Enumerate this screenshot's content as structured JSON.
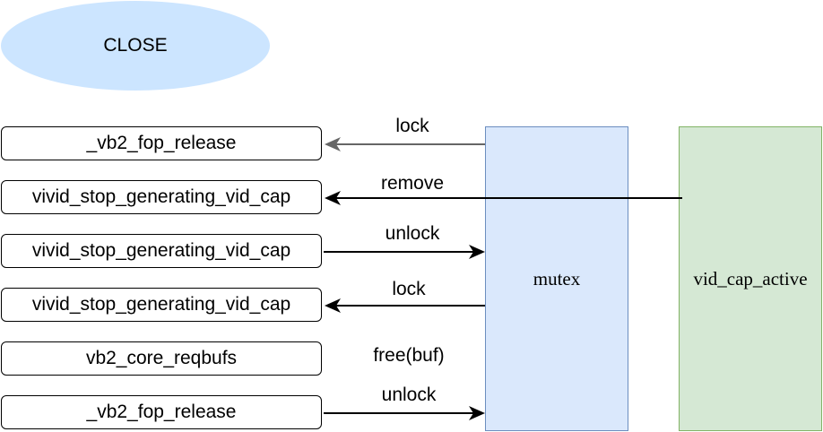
{
  "close_state": {
    "label": "CLOSE"
  },
  "functions": [
    {
      "label": "_vb2_fop_release"
    },
    {
      "label": "vivid_stop_generating_vid_cap"
    },
    {
      "label": "vivid_stop_generating_vid_cap"
    },
    {
      "label": "vivid_stop_generating_vid_cap"
    },
    {
      "label": "vb2_core_reqbufs"
    },
    {
      "label": "_vb2_fop_release"
    }
  ],
  "blocks": {
    "mutex": {
      "label": "mutex"
    },
    "vid_cap_active": {
      "label": "vid_cap_active"
    }
  },
  "edges": [
    {
      "label": "lock"
    },
    {
      "label": "remove"
    },
    {
      "label": "unlock"
    },
    {
      "label": "lock"
    },
    {
      "label": "free(buf)"
    },
    {
      "label": "unlock"
    }
  ]
}
